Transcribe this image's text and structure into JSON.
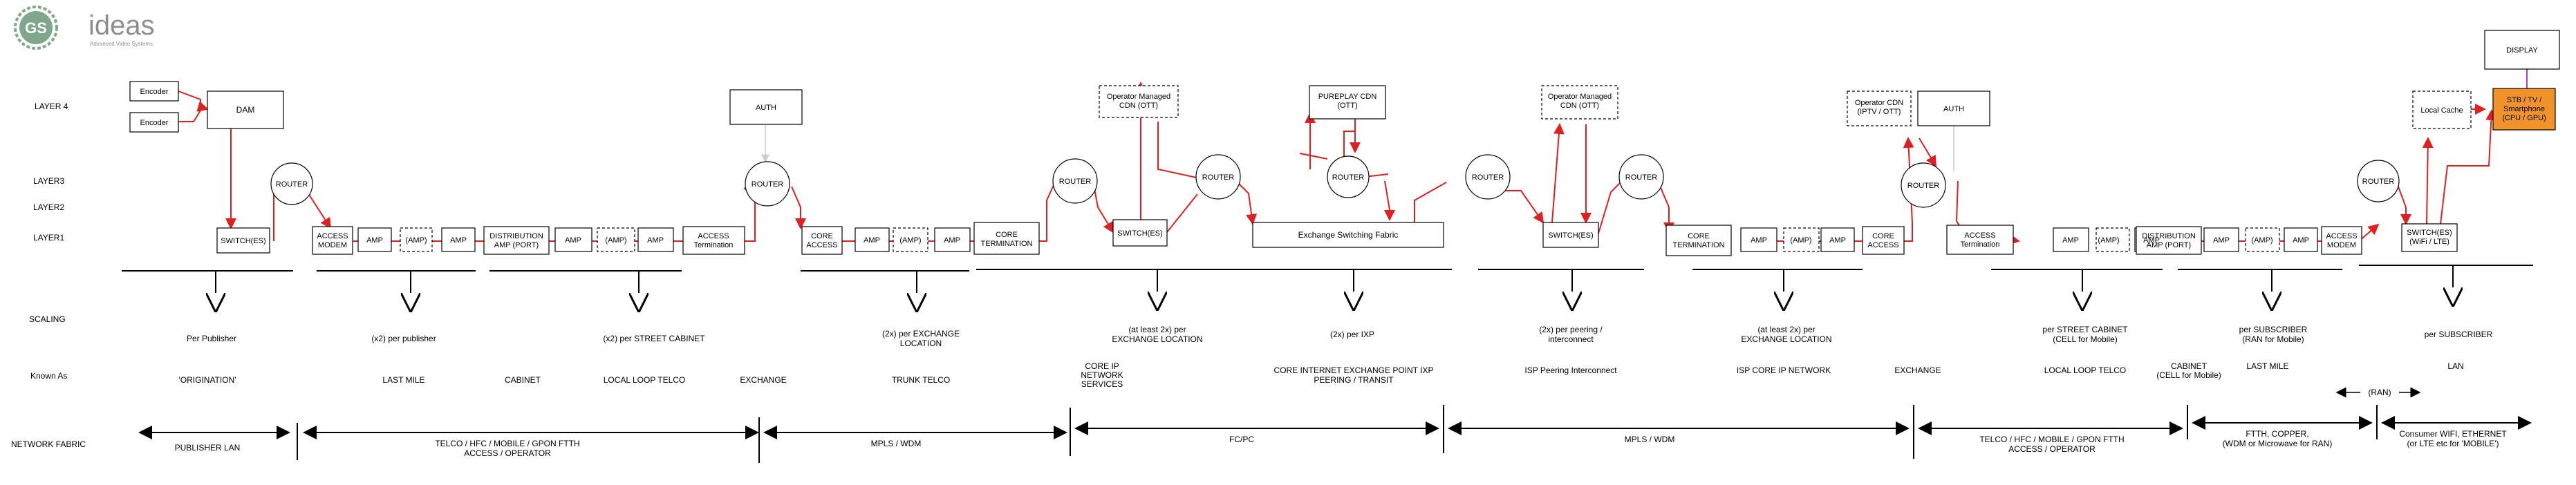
{
  "brand": {
    "name": "ideas",
    "tagline": "Advanced Video Systems",
    "badge": "GS",
    "colors": {
      "badge": "#7fa88a",
      "text": "#8e8e8e"
    }
  },
  "colors": {
    "flow": "#e02020",
    "pale_flow": "#cccccc",
    "box_stroke": "#000000",
    "display_fill": "#f0932b",
    "display_arrow": "#b13bd6"
  },
  "labels": {
    "layer4": "LAYER 4",
    "layer3": "LAYER3",
    "layer2": "LAYER2",
    "layer1": "LAYER1",
    "scaling": "SCALING",
    "known_as": "Known As",
    "network_fabric": "NETWORK FABRIC"
  },
  "nodes": {
    "encoder1": "Encoder",
    "encoder2": "Encoder",
    "dam": "DAM",
    "switch1": "SWITCH(ES)",
    "router1": "ROUTER",
    "access_modem": [
      "ACCESS",
      "MODEM"
    ],
    "amp": "AMP",
    "amp_opt": "(AMP)",
    "dist_amp": [
      "DISTRIBUTION",
      "AMP (PORT)"
    ],
    "access_term": [
      "ACCESS",
      "Termination"
    ],
    "auth": "AUTH",
    "router2": "ROUTER",
    "core_access": [
      "CORE",
      "ACCESS"
    ],
    "core_term": [
      "CORE",
      "TERMINATION"
    ],
    "router3": "ROUTER",
    "op_cdn": [
      "Operator Managed",
      "CDN (OTT)"
    ],
    "switch2": "SWITCH(ES)",
    "router4": "ROUTER",
    "pureplay_cdn": [
      "PUREPLAY CDN",
      "(OTT)"
    ],
    "router5": "ROUTER",
    "exchange_fabric": "Exchange Switching Fabric",
    "router6": "ROUTER",
    "op_cdn2": [
      "Operator Managed",
      "CDN (OTT)"
    ],
    "router7": "ROUTER",
    "switch3": "SWITCH(ES)",
    "core_term2": [
      "CORE",
      "TERMINATION"
    ],
    "core_access2": [
      "CORE",
      "ACCESS"
    ],
    "op_cdn3": [
      "Operator CDN",
      "(IPTV / OTT)"
    ],
    "auth2": "AUTH",
    "router8": "ROUTER",
    "access_term2": [
      "ACCESS",
      "Termination"
    ],
    "dist_amp2": [
      "DISTRIBUTION",
      "AMP (PORT)"
    ],
    "access_modem2": [
      "ACCESS",
      "MODEM"
    ],
    "router9": "ROUTER",
    "local_cache": "Local Cache",
    "switch_wifi": [
      "SWITCH(ES)",
      "(WiFi / LTE)"
    ],
    "stb": [
      "STB / TV /",
      "Smartphone",
      "(CPU / GPU)"
    ],
    "display": "DISPLAY"
  },
  "scaling": [
    [
      "Per Publisher"
    ],
    [
      "(x2) per publisher"
    ],
    [
      "(x2) per STREET CABINET"
    ],
    [
      "(2x) per EXCHANGE",
      "LOCATION"
    ],
    [
      "(at least 2x) per",
      "EXCHANGE LOCATION"
    ],
    [
      "(2x) per IXP"
    ],
    [
      "(2x) per peering /",
      "interconnect"
    ],
    [
      "(at least 2x) per",
      "EXCHANGE LOCATION"
    ],
    [
      "per STREET CABINET",
      "(CELL for Mobile)"
    ],
    [
      "per SUBSCRIBER",
      "(RAN for Mobile)"
    ],
    [
      "per SUBSCRIBER"
    ]
  ],
  "known_as": [
    [
      "'ORIGINATION'"
    ],
    [
      "LAST MILE"
    ],
    [
      "CABINET"
    ],
    [
      "LOCAL LOOP TELCO"
    ],
    [
      "EXCHANGE"
    ],
    [
      "TRUNK TELCO"
    ],
    [
      "CORE IP",
      "NETWORK",
      "SERVICES"
    ],
    [
      "CORE INTERNET EXCHANGE POINT IXP",
      "PEERING / TRANSIT"
    ],
    [
      "ISP Peering Interconnect"
    ],
    [
      "ISP CORE IP NETWORK"
    ],
    [
      "EXCHANGE"
    ],
    [
      "LOCAL LOOP TELCO"
    ],
    [
      "CABINET",
      "(CELL for Mobile)"
    ],
    [
      "LAST MILE"
    ],
    [
      "LAN"
    ],
    [
      "(RAN)"
    ]
  ],
  "fabric": [
    [
      "PUBLISHER LAN"
    ],
    [
      "TELCO / HFC / MOBILE / GPON FTTH",
      "ACCESS / OPERATOR"
    ],
    [
      "MPLS / WDM"
    ],
    [
      "FC/PC"
    ],
    [
      "MPLS / WDM"
    ],
    [
      "TELCO / HFC / MOBILE / GPON FTTH",
      "ACCESS / OPERATOR"
    ],
    [
      "FTTH, COPPER,",
      "(WDM or Microwave for RAN)"
    ],
    [
      "Consumer WIFI, ETHERNET",
      "(or LTE etc for 'MOBILE')"
    ]
  ]
}
